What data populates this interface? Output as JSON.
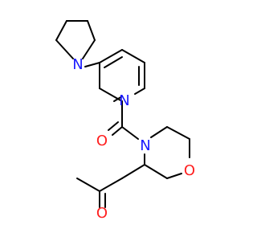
{
  "molecule": {
    "colors": {
      "bond": "#000000",
      "background": "#ffffff",
      "N": "#1a1aff",
      "O": "#ff2020"
    },
    "atoms": [
      {
        "id": "n_pyrrolidine",
        "element": "N",
        "label": "N"
      },
      {
        "id": "n_pyridine",
        "element": "N",
        "label": "N"
      },
      {
        "id": "o_carbonyl",
        "element": "O",
        "label": "O"
      },
      {
        "id": "n_morpholine",
        "element": "N",
        "label": "N"
      },
      {
        "id": "o_morpholine",
        "element": "O",
        "label": "O"
      },
      {
        "id": "o_ketone",
        "element": "O",
        "label": "O"
      }
    ]
  }
}
